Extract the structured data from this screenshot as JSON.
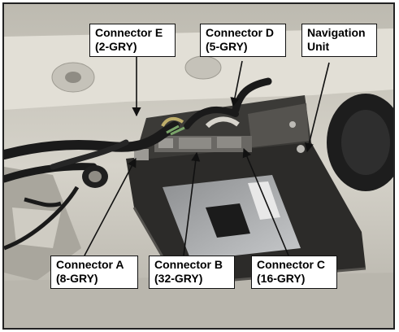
{
  "callouts": {
    "connector_e": {
      "name": "Connector E",
      "spec": "(2-GRY)"
    },
    "connector_d": {
      "name": "Connector D",
      "spec": "(5-GRY)"
    },
    "navigation_unit": {
      "line1": "Navigation",
      "line2": "Unit"
    },
    "connector_a": {
      "name": "Connector A",
      "spec": "(8-GRY)"
    },
    "connector_b": {
      "name": "Connector B",
      "spec": "(32-GRY)"
    },
    "connector_c": {
      "name": "Connector C",
      "spec": "(16-GRY)"
    }
  },
  "colors": {
    "background_panel": "#c9c7bf",
    "unit_bracket": "#2c2b29",
    "harness": "#1a1a1a",
    "label_box": "#ffffff",
    "outline": "#111111"
  }
}
